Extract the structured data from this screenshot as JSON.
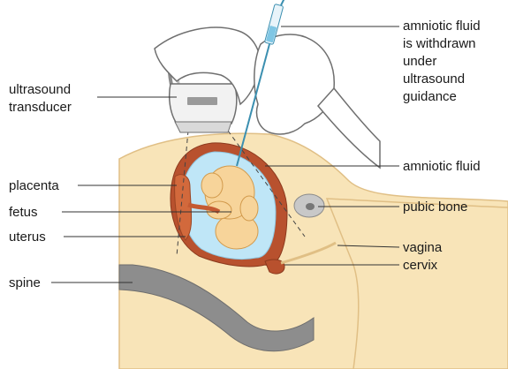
{
  "labels": {
    "amniotic_withdrawn": [
      "amniotic fluid",
      "is withdrawn",
      "under",
      "ultrasound",
      "guidance"
    ],
    "ultrasound_transducer": [
      "ultrasound",
      "transducer"
    ],
    "placenta": "placenta",
    "fetus": "fetus",
    "uterus": "uterus",
    "spine": "spine",
    "amniotic_fluid": "amniotic fluid",
    "pubic_bone": "pubic bone",
    "vagina": "vagina",
    "cervix": "cervix"
  },
  "colors": {
    "skin": "#f8e4b8",
    "skin_outline": "#e0bf85",
    "uterus_wall": "#b8512e",
    "amniotic": "#bfe6f7",
    "fetus": "#f7d49a",
    "spine": "#8d8d8d",
    "bone": "#c8c8c8",
    "glove": "#ffffff",
    "glove_outline": "#6f6f6f",
    "leader_line": "#333333"
  }
}
